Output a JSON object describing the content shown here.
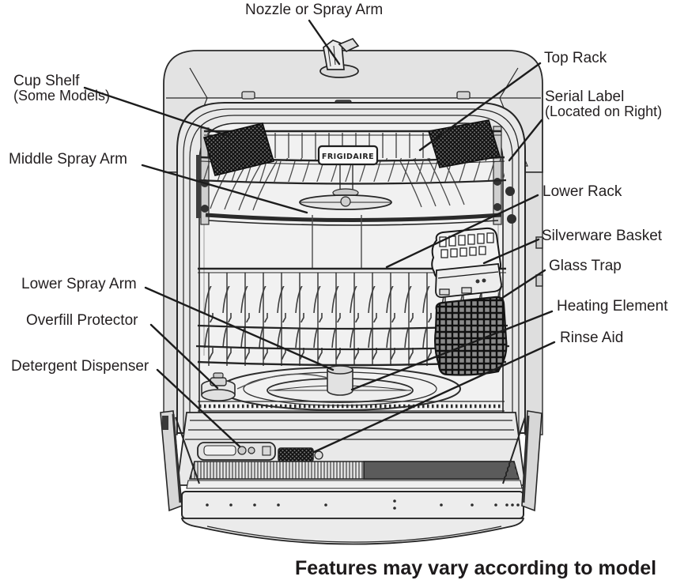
{
  "diagram": {
    "brand_plate": "FRIGIDAIRE",
    "footnote": "Features may vary according to model",
    "callouts": {
      "nozzle_or_spray_arm": "Nozzle or Spray Arm",
      "top_rack": "Top Rack",
      "cup_shelf": "Cup Shelf",
      "cup_shelf_note": "(Some Models)",
      "serial_label": "Serial Label",
      "serial_label_note": "(Located on Right)",
      "middle_spray_arm": "Middle Spray Arm",
      "lower_rack": "Lower Rack",
      "silverware_basket": "Silverware Basket",
      "glass_trap": "Glass Trap",
      "lower_spray_arm": "Lower Spray Arm",
      "heating_element": "Heating Element",
      "overfill_protector": "Overfill Protector",
      "rinse_aid": "Rinse Aid",
      "detergent_dispenser": "Detergent Dispenser"
    },
    "colors": {
      "ink": "#231f20",
      "cabinet_fill": "#e6e6e6",
      "tub_fill": "#f1f1f1",
      "background": "#ffffff"
    }
  }
}
